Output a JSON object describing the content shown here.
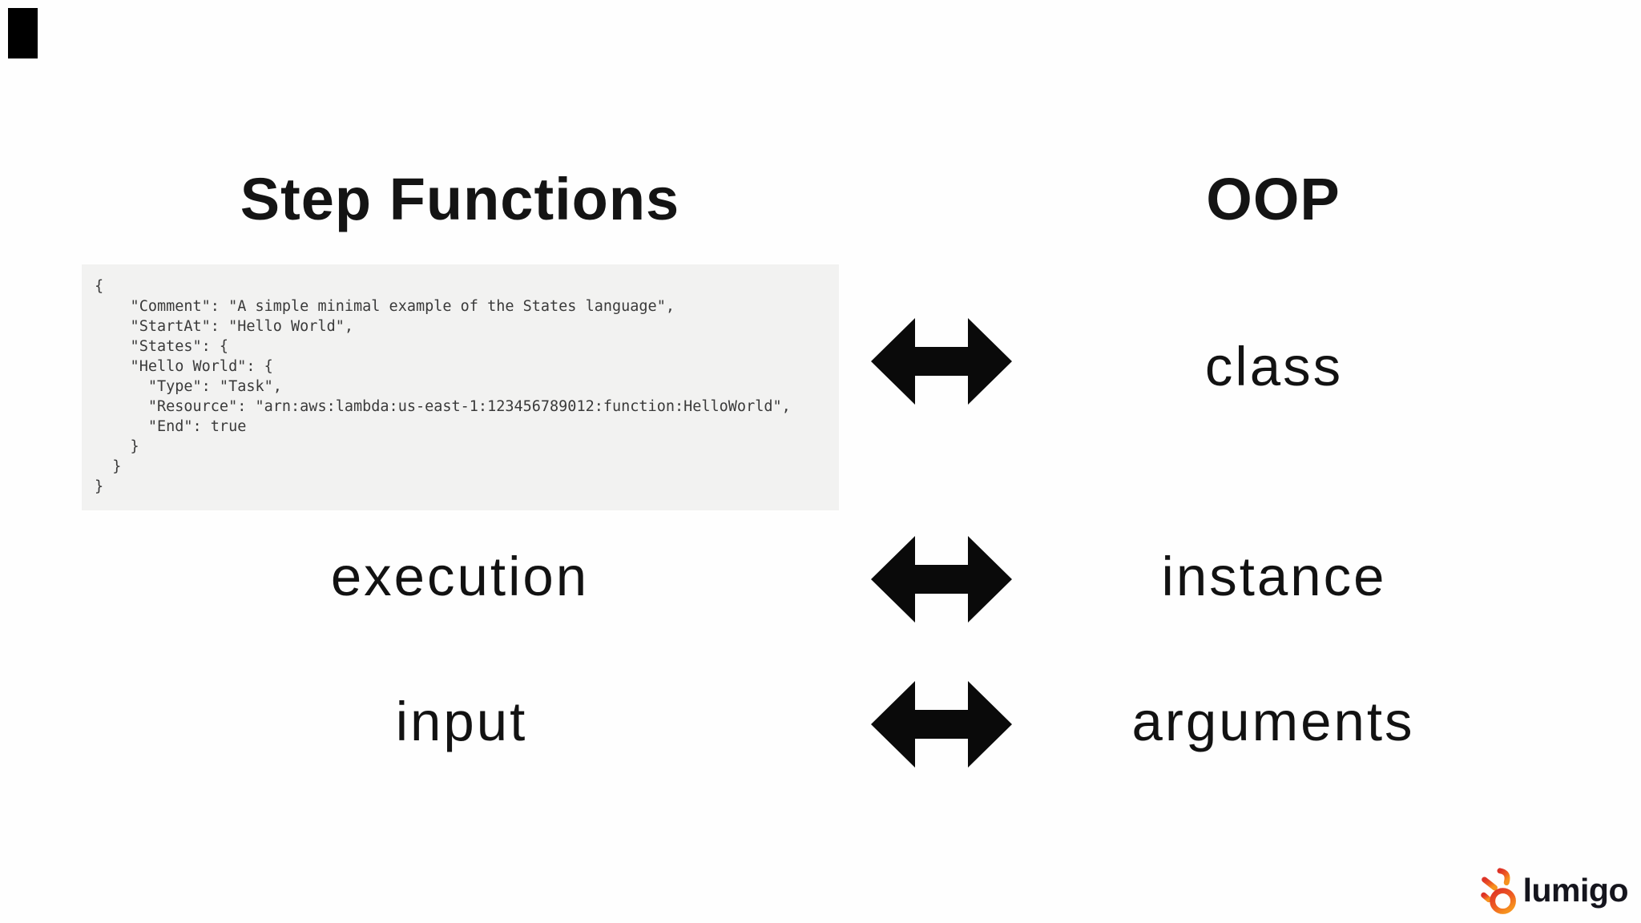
{
  "slide": {
    "left_column_title": "Step Functions",
    "right_column_title": "OOP",
    "code_block": {
      "language": "json",
      "lines": [
        "{",
        "    \"Comment\": \"A simple minimal example of the States language\",",
        "    \"StartAt\": \"Hello World\",",
        "    \"States\": {",
        "    \"Hello World\": {",
        "      \"Type\": \"Task\",",
        "      \"Resource\": \"arn:aws:lambda:us-east-1:123456789012:function:HelloWorld\",",
        "      \"End\": true",
        "    }",
        "  }",
        "}"
      ]
    },
    "mappings": [
      {
        "left": "",
        "right": "class"
      },
      {
        "left": "execution",
        "right": "instance"
      },
      {
        "left": "input",
        "right": "arguments"
      }
    ]
  },
  "logo": {
    "text": "lumigo"
  },
  "icons": {
    "arrow": "double-headed-arrow",
    "logo_icon": "lumigo-flame-icon"
  },
  "colors": {
    "background": "#fefefe",
    "code_background": "#f2f2f1",
    "code_text": "#3a3a3a",
    "text": "#141414",
    "arrow": "#0a0a0a",
    "logo_red": "#dd3327",
    "logo_orange": "#f6921e",
    "logo_text": "#15151d"
  }
}
